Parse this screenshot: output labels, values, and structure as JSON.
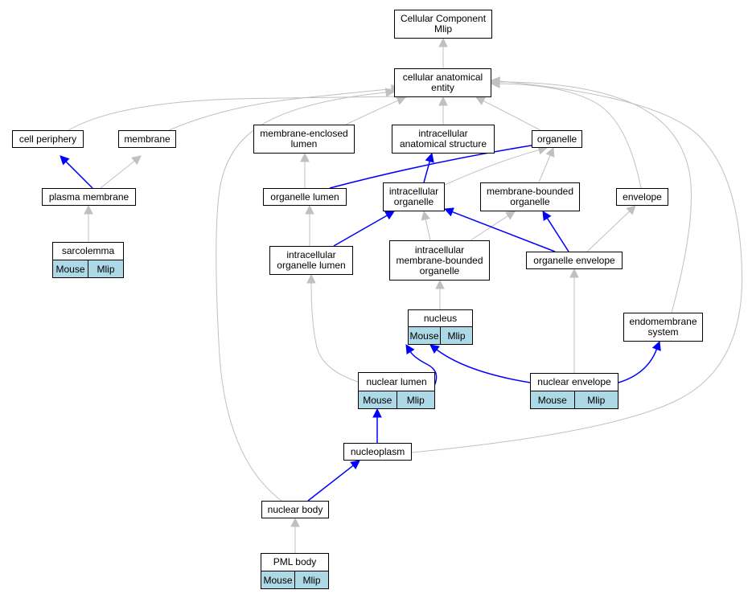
{
  "colors": {
    "is_a_edge": "#c0c0c0",
    "part_of_edge": "#0000ff",
    "tag_fill": "#add8e6"
  },
  "nodes": {
    "root": {
      "label": "Cellular Component\nMlip",
      "tags": []
    },
    "cae": {
      "label": "cellular anatomical\nentity",
      "tags": []
    },
    "cell_periphery": {
      "label": "cell periphery",
      "tags": []
    },
    "membrane": {
      "label": "membrane",
      "tags": []
    },
    "membrane_enclosed_lumen": {
      "label": "membrane-enclosed\nlumen",
      "tags": []
    },
    "intracellular_anatomical_structure": {
      "label": "intracellular\nanatomical structure",
      "tags": []
    },
    "organelle": {
      "label": "organelle",
      "tags": []
    },
    "plasma_membrane": {
      "label": "plasma membrane",
      "tags": []
    },
    "organelle_lumen": {
      "label": "organelle lumen",
      "tags": []
    },
    "intracellular_organelle": {
      "label": "intracellular\norganelle",
      "tags": []
    },
    "membrane_bounded_organelle": {
      "label": "membrane-bounded\norganelle",
      "tags": []
    },
    "envelope": {
      "label": "envelope",
      "tags": []
    },
    "sarcolemma": {
      "label": "sarcolemma",
      "tags": [
        "Mouse",
        "Mlip"
      ]
    },
    "intracellular_organelle_lumen": {
      "label": "intracellular\norganelle lumen",
      "tags": []
    },
    "intracellular_membrane_bounded_organelle": {
      "label": "intracellular\nmembrane-bounded\norganelle",
      "tags": []
    },
    "organelle_envelope": {
      "label": "organelle envelope",
      "tags": []
    },
    "nucleus": {
      "label": "nucleus",
      "tags": [
        "Mouse",
        "Mlip"
      ]
    },
    "endomembrane_system": {
      "label": "endomembrane\nsystem",
      "tags": []
    },
    "nuclear_lumen": {
      "label": "nuclear lumen",
      "tags": [
        "Mouse",
        "Mlip"
      ]
    },
    "nuclear_envelope": {
      "label": "nuclear envelope",
      "tags": [
        "Mouse",
        "Mlip"
      ]
    },
    "nucleoplasm": {
      "label": "nucleoplasm",
      "tags": []
    },
    "nuclear_body": {
      "label": "nuclear body",
      "tags": []
    },
    "pml_body": {
      "label": "PML body",
      "tags": [
        "Mouse",
        "Mlip"
      ]
    }
  },
  "edges": [
    {
      "from": "cae",
      "to": "root",
      "type": "is_a"
    },
    {
      "from": "cell_periphery",
      "to": "cae",
      "type": "is_a"
    },
    {
      "from": "membrane",
      "to": "cae",
      "type": "is_a"
    },
    {
      "from": "membrane_enclosed_lumen",
      "to": "cae",
      "type": "is_a"
    },
    {
      "from": "intracellular_anatomical_structure",
      "to": "cae",
      "type": "is_a"
    },
    {
      "from": "organelle",
      "to": "cae",
      "type": "is_a"
    },
    {
      "from": "envelope",
      "to": "cae",
      "type": "is_a"
    },
    {
      "from": "endomembrane_system",
      "to": "cae",
      "type": "is_a"
    },
    {
      "from": "nuclear_body",
      "to": "cae",
      "type": "is_a"
    },
    {
      "from": "nucleoplasm",
      "to": "cae",
      "type": "is_a"
    },
    {
      "from": "plasma_membrane",
      "to": "cell_periphery",
      "type": "part_of"
    },
    {
      "from": "plasma_membrane",
      "to": "membrane",
      "type": "is_a"
    },
    {
      "from": "sarcolemma",
      "to": "plasma_membrane",
      "type": "is_a"
    },
    {
      "from": "organelle_lumen",
      "to": "membrane_enclosed_lumen",
      "type": "is_a"
    },
    {
      "from": "organelle_lumen",
      "to": "organelle",
      "type": "part_of"
    },
    {
      "from": "intracellular_organelle",
      "to": "intracellular_anatomical_structure",
      "type": "part_of"
    },
    {
      "from": "intracellular_organelle",
      "to": "organelle",
      "type": "is_a"
    },
    {
      "from": "membrane_bounded_organelle",
      "to": "organelle",
      "type": "is_a"
    },
    {
      "from": "intracellular_organelle_lumen",
      "to": "organelle_lumen",
      "type": "is_a"
    },
    {
      "from": "intracellular_organelle_lumen",
      "to": "intracellular_organelle",
      "type": "part_of"
    },
    {
      "from": "intracellular_membrane_bounded_organelle",
      "to": "intracellular_organelle",
      "type": "is_a"
    },
    {
      "from": "intracellular_membrane_bounded_organelle",
      "to": "membrane_bounded_organelle",
      "type": "is_a"
    },
    {
      "from": "organelle_envelope",
      "to": "intracellular_organelle",
      "type": "part_of"
    },
    {
      "from": "organelle_envelope",
      "to": "membrane_bounded_organelle",
      "type": "part_of"
    },
    {
      "from": "organelle_envelope",
      "to": "envelope",
      "type": "is_a"
    },
    {
      "from": "nucleus",
      "to": "intracellular_membrane_bounded_organelle",
      "type": "is_a"
    },
    {
      "from": "nuclear_lumen",
      "to": "intracellular_organelle_lumen",
      "type": "is_a"
    },
    {
      "from": "nuclear_lumen",
      "to": "nucleus",
      "type": "part_of"
    },
    {
      "from": "nuclear_envelope",
      "to": "organelle_envelope",
      "type": "is_a"
    },
    {
      "from": "nuclear_envelope",
      "to": "nucleus",
      "type": "part_of"
    },
    {
      "from": "nuclear_envelope",
      "to": "endomembrane_system",
      "type": "part_of"
    },
    {
      "from": "nucleoplasm",
      "to": "nuclear_lumen",
      "type": "part_of"
    },
    {
      "from": "nuclear_body",
      "to": "nucleoplasm",
      "type": "part_of"
    },
    {
      "from": "pml_body",
      "to": "nuclear_body",
      "type": "is_a"
    }
  ]
}
